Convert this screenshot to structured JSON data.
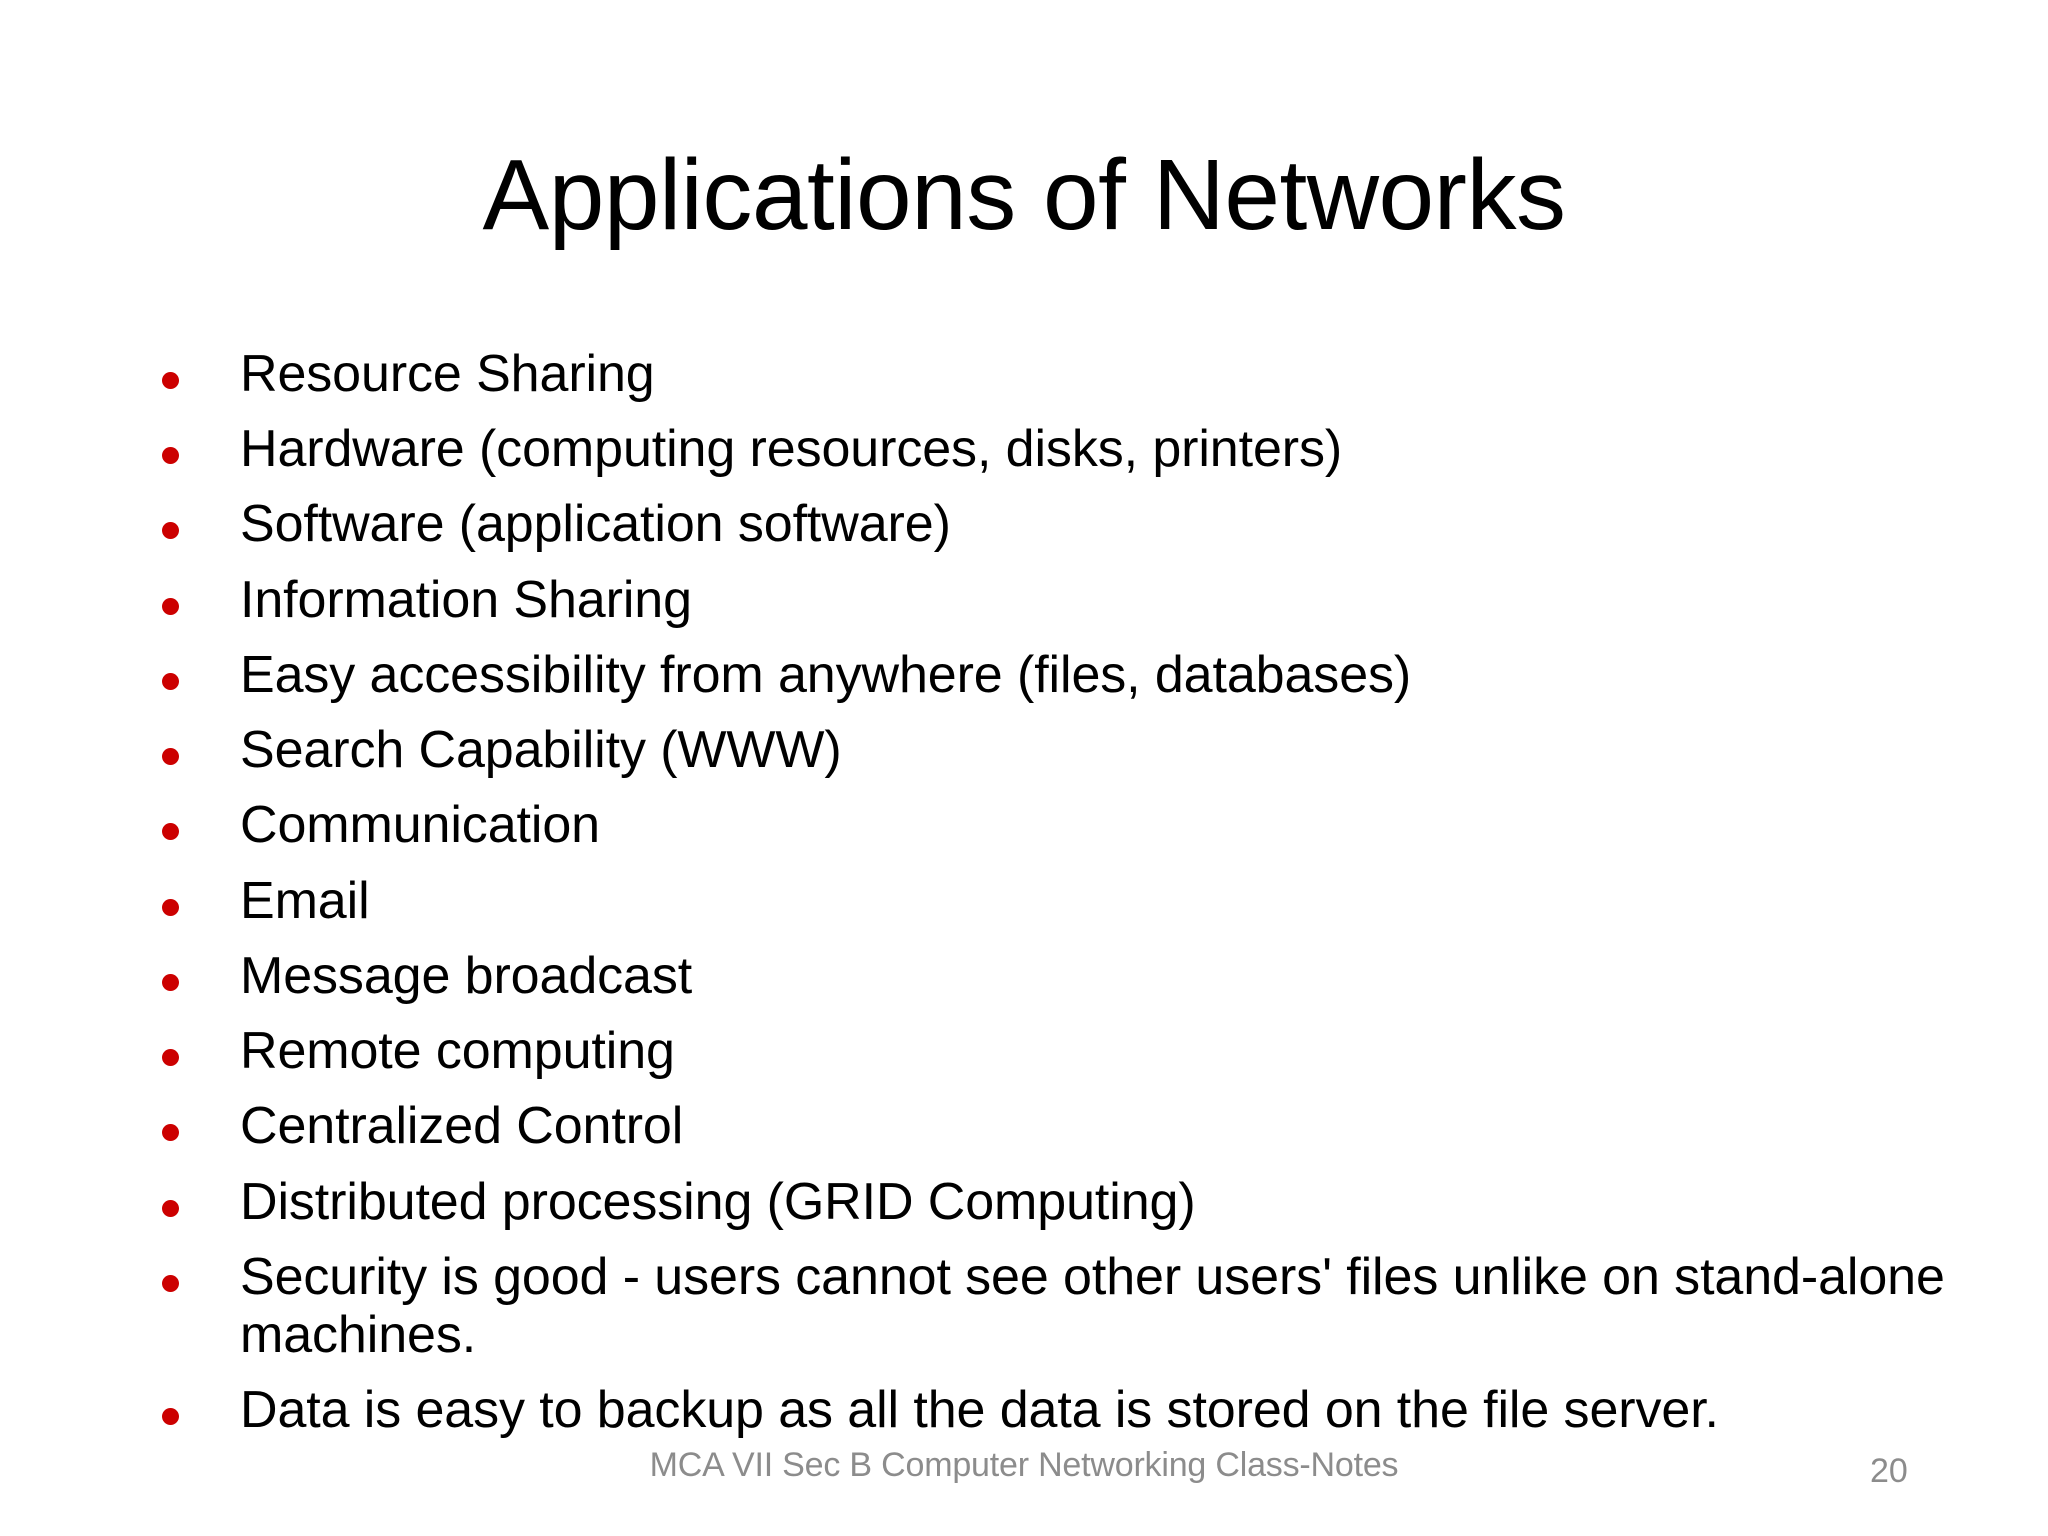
{
  "slide": {
    "title": "Applications of Networks",
    "background_color": "#FFFFFF",
    "text_color": "#000000",
    "bullet_color": "#CC0000",
    "footer_color": "#8C8C8C",
    "bullets": [
      {
        "text": "Resource Sharing"
      },
      {
        "text": "Hardware (computing resources, disks, printers)"
      },
      {
        "text": "Software (application software)"
      },
      {
        "text": "Information Sharing"
      },
      {
        "text": "Easy accessibility from anywhere (files, databases)"
      },
      {
        "text": "Search Capability (WWW)"
      },
      {
        "text": "Communication"
      },
      {
        "text": "Email"
      },
      {
        "text": "Message broadcast"
      },
      {
        "text": "Remote computing"
      },
      {
        "text": "Centralized Control"
      },
      {
        "text": "Distributed processing (GRID Computing)"
      },
      {
        "text": "Security is good - users cannot see other users' files unlike on stand-alone machines."
      },
      {
        "text": "Data is easy to backup as all the data is stored on the file server."
      }
    ],
    "footer": "MCA VII Sec B Computer Networking  Class-Notes",
    "page_number": "20"
  }
}
